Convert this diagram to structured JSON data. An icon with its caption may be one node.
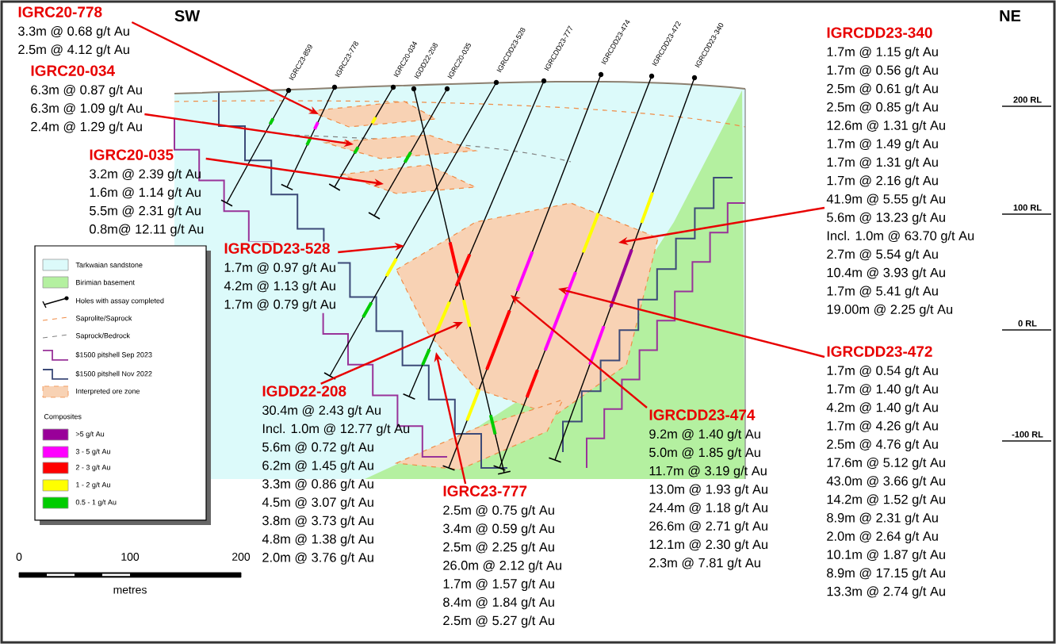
{
  "diagram": {
    "nodes": [
      {
        "text": [
          "IGRC20-778",
          "3.3m @ 0.68 g/t Au",
          "2.5m @ 4.12 g/t Au"
        ]
      },
      {
        "text": [
          "IGRC20-034",
          "6.3m @ 0.87 g/t Au",
          "6.3m @ 1.09 g/t Au",
          "2.4m @ 1.29 g/t Au"
        ]
      },
      {
        "text": [
          "IGRC20-035",
          "3.2m @ 2.39 g/t Au",
          "1.6m @ 1.14 g/t Au",
          "5.5m @ 2.31 g/t Au",
          "0.8m@ 12.11 g/t Au"
        ]
      },
      {
        "text": [
          "IGRCDD23-528",
          "1.7m @ 0.97 g/t Au",
          "4.2m @ 1.13 g/t Au",
          "1.7m @ 0.79 g/t Au"
        ]
      },
      {
        "text": [
          "IGDD22-208",
          "30.4m @ 2.43 g/t Au",
          "Incl. 1.0m @ 12.77 g/t Au",
          "5.6m @ 0.72 g/t Au",
          "6.2m @ 1.45 g/t Au",
          "3.3m @ 0.86 g/t Au",
          "4.5m @ 3.07 g/t Au",
          "3.8m @ 3.73 g/t Au",
          "4.8m @ 1.38 g/t Au",
          "2.0m @ 3.76 g/t Au"
        ]
      },
      {
        "text": [
          "IGRC23-777",
          "2.5m @ 0.75 g/t Au",
          "3.4m @ 0.59 g/t Au",
          "2.5m @ 2.25 g/t Au",
          "26.0m @ 2.12 g/t Au",
          "1.7m @ 1.57 g/t Au",
          "8.4m @ 1.84 g/t Au",
          "2.5m @ 5.27 g/t Au"
        ]
      },
      {
        "text": [
          "IGRCDD23-474",
          "9.2m @ 1.40 g/t Au",
          "5.0m @ 1.85 g/t Au",
          "11.7m @ 3.19 g/t Au",
          "13.0m @ 1.93 g/t Au",
          "24.4m @ 1.18 g/t Au",
          "26.6m @ 2.71 g/t Au",
          "12.1m @ 2.30 g/t Au",
          "2.3m @ 7.81 g/t Au"
        ]
      },
      {
        "text": [
          "IGRCDD23-340",
          "1.7m @ 1.15 g/t Au",
          "1.7m @ 0.56 g/t Au",
          "2.5m @ 0.61 g/t Au",
          "2.5m @ 0.85 g/t Au",
          "12.6m @ 1.31 g/t Au",
          "1.7m @ 1.49 g/t Au",
          "1.7m @ 1.31 g/t Au",
          "1.7m @ 2.16 g/t Au",
          "41.9m @ 5.55 g/t Au",
          "5.6m @ 13.23 g/t Au",
          "Incl. 1.0m @ 63.70 g/t Au",
          "2.7m @ 5.54 g/t Au",
          "10.4m @ 3.93 g/t Au",
          "1.7m @ 5.41 g/t Au",
          "19.00m @ 2.25 g/t Au"
        ]
      },
      {
        "text": [
          "IGRCDD23-472",
          "1.7m @ 0.54 g/t Au",
          "1.7m @ 1.40 g/t Au",
          "4.2m @ 1.40 g/t Au",
          "1.7m @ 4.26 g/t Au",
          "2.5m @ 4.76 g/t Au",
          "17.6m @ 5.12 g/t Au",
          "43.0m @ 3.66 g/t Au",
          "14.2m @ 1.52 g/t Au",
          "8.9m @ 2.31 g/t Au",
          "2.0m @ 2.64 g/t Au",
          "10.1m @ 1.87 g/t Au",
          "8.9m @ 17.15 g/t Au",
          "13.3m @ 2.74 g/t Au"
        ]
      }
    ],
    "edges": [
      {
        "from": 0,
        "to": null,
        "arrow": "to"
      },
      {
        "from": 1,
        "to": null,
        "arrow": "to"
      },
      {
        "from": 2,
        "to": null,
        "arrow": "to"
      },
      {
        "from": 3,
        "to": null,
        "arrow": "to"
      },
      {
        "from": 4,
        "to": null,
        "arrow": "to"
      },
      {
        "from": 5,
        "to": null,
        "arrow": "to"
      },
      {
        "from": 6,
        "to": null,
        "arrow": "to"
      },
      {
        "from": 7,
        "to": null,
        "arrow": "to"
      },
      {
        "from": 8,
        "to": null,
        "arrow": "to"
      }
    ],
    "labels": [
      "SW",
      "IGRC23-859",
      "IGRC23-778",
      "IGRC20-034",
      "IGDD22-208",
      "IGRC20-035",
      "IGRCDD23-528",
      "IGRCDD23-777",
      "IGRCDD23-474",
      "IGRCDD23-472",
      "IGRCDD23-340",
      "NE",
      "200 RL",
      "100 RL",
      "0 RL",
      "-100 RL",
      "Composites",
      "0",
      "100",
      "200",
      "metres"
    ],
    "legend": [
      {
        "text": "Tarkwaian sandstone",
        "color": "#dcfafa"
      },
      {
        "text": "Birimian basement",
        "color": "#b4f0a0"
      },
      {
        "text": "Holes with assay completed"
      },
      {
        "text": "Saprolite/Saprock"
      },
      {
        "text": "Saprock/Bedrock"
      },
      {
        "text": "$1500 pitshell Sep 2023"
      },
      {
        "text": "$1500 pitshell Nov 2022"
      },
      {
        "text": "Interpreted ore zone",
        "color": "#f8d2b4"
      },
      {
        "text": ">5 g/t Au",
        "color": "#990099"
      },
      {
        "text": "3 - 5 g/t Au",
        "color": "#ff00ff"
      },
      {
        "text": "2 - 3 g/t Au",
        "color": "#ff0000"
      },
      {
        "text": "1 - 2 g/t Au",
        "color": "#ffff00"
      },
      {
        "text": "0.5 - 1 g/t Au",
        "color": "#00cc00"
      }
    ]
  }
}
